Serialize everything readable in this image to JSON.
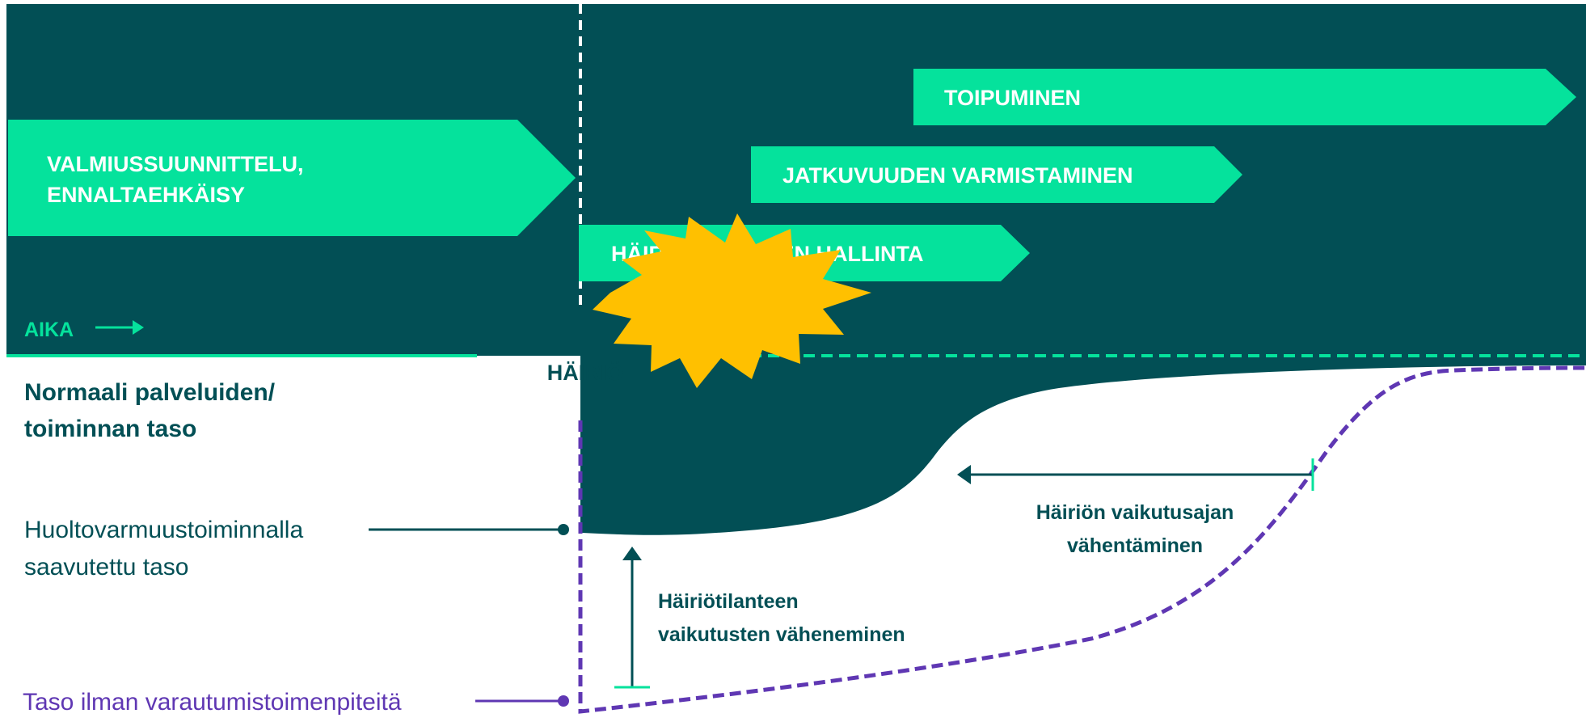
{
  "phases": {
    "preparedness_line1": "VALMIUSSUUNNITTELU,",
    "preparedness_line2": "ENNALTAEHKÄISY",
    "incident_management": "HÄIRIÖTILANTEEN HALLINTA",
    "continuity": "JATKUVUUDEN VARMISTAMINEN",
    "recovery": "TOIPUMINEN"
  },
  "time_axis_label": "AIKA",
  "disruption_label": "HÄIRIÖ",
  "levels": {
    "normal_line1": "Normaali palveluiden/",
    "normal_line2": "toiminnan taso",
    "preparedness_line1": "Huoltovarmuustoiminnalla",
    "preparedness_line2": "saavutettu taso",
    "unprepared": "Taso ilman varautumistoimenpiteitä"
  },
  "annotations": {
    "impact_line1": "Häiriötilanteen",
    "impact_line2": "vaikutusten väheneminen",
    "duration_line1": "Häiriön vaikutusajan",
    "duration_line2": "vähentäminen"
  },
  "colors": {
    "dark_teal": "#024F55",
    "green": "#05E29C",
    "yellow": "#FFC000",
    "purple": "#5F37B3"
  }
}
